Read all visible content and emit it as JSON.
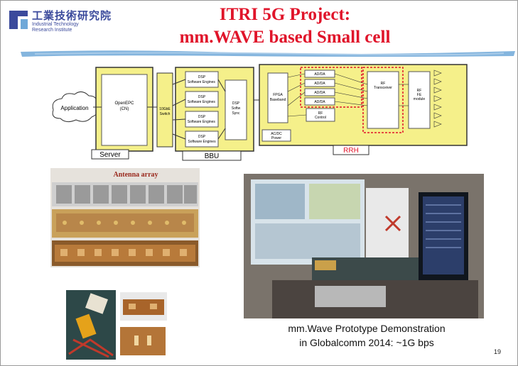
{
  "logo": {
    "cn": "工業技術研究院",
    "en_line1": "Industrial Technology",
    "en_line2": "Research Institute"
  },
  "title": {
    "line1": "ITRI 5G Project:",
    "line2": "mm.WAVE based Small cell"
  },
  "diagram": {
    "application": "Application",
    "server_block": "OpenEPC\n(CN)",
    "server_label": "Server",
    "bbu_label": "BBU",
    "rrh_label": "RRH",
    "switch_label": "10GbE\nSwitch",
    "dsp_blocks": [
      "DSP\nSoftware\nEngines",
      "DSP\nSoftware\nEngines",
      "DSP\nSoftware\nEngines",
      "DSP\nSoftware\nEngines"
    ],
    "sync_block": "DSP\nSoftw\nSync",
    "fpga_block": "FPGA\nBaseband",
    "adc_blocks": [
      "AD/DA",
      "AD/DA",
      "AD/DA",
      "AD/DA"
    ],
    "rf_control": "RF\nControl",
    "rf_transceiver": "RF\nTransceiver",
    "rf_frontend": "RF\nFE\nmodule",
    "power_block": "AC/DC\nPower"
  },
  "antenna_caption": "Antenna array",
  "demo_caption": {
    "line1": "mm.Wave Prototype Demonstration",
    "line2": "in Globalcomm 2014: ~1G bps"
  },
  "page_number": "19",
  "colors": {
    "title_red": "#e0142a",
    "logo_blue": "#3b4a9c",
    "block_yellow": "#f5f08a",
    "brush_blue": "#6fa8d8"
  }
}
